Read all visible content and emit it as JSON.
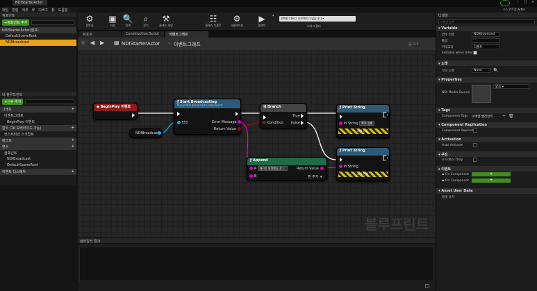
{
  "window": {
    "title": "NDIStarterActor",
    "right_labels": [
      "소스 컨트롤",
      "Actor"
    ]
  },
  "menu": [
    "파일",
    "편집",
    "에셋",
    "뷰",
    "디버그",
    "창",
    "도움말"
  ],
  "components": {
    "header": "컴포넌트",
    "add_label": "+컴포넌트 추가",
    "search_placeholder": "검색",
    "items": [
      "NDIStarterActor(셀프)",
      "DefaultSceneRoot",
      "NDIBroadcast"
    ]
  },
  "mybp": {
    "header": "내 블루프린트",
    "add_label": "+신규 추가",
    "search_placeholder": "검색",
    "rows": [
      {
        "label": "그래프",
        "kind": "sec"
      },
      {
        "label": "이벤트그래프",
        "kind": "item"
      },
      {
        "label": "BeginPlay 이벤트",
        "kind": "item2"
      },
      {
        "label": "함수 (10 오버라이드 가능)",
        "kind": "sec"
      },
      {
        "label": "컨스트럭션 스크립트",
        "kind": "item"
      },
      {
        "label": "매크로",
        "kind": "sec"
      },
      {
        "label": "변수",
        "kind": "sec"
      },
      {
        "label": "컴포넌트",
        "kind": "item"
      },
      {
        "label": "NDIBroadcast",
        "kind": "item2"
      },
      {
        "label": "DefaultSceneRoot",
        "kind": "item2"
      },
      {
        "label": "이벤트 디스패처",
        "kind": "sec"
      }
    ]
  },
  "toolbar": {
    "buttons": [
      "컴파일",
      "저장",
      "탐색",
      "찾기",
      "클래스 세팅",
      "클래스 디폴트",
      "시뮬레이션",
      "플레이"
    ],
    "debug_select": "선택된 디버그 오브젝트가 없습니다",
    "debug_filter": "디버그 필터"
  },
  "tabs": [
    "뷰포트",
    "Construction Script",
    "이벤트그래프"
  ],
  "breadcrumb": {
    "actor": "NDIStarterActor",
    "graph": "이벤트그래프",
    "zoom": "줌 1:1"
  },
  "graph": {
    "watermark": "블루프린트",
    "begin": {
      "title": "BeginPlay 이벤트"
    },
    "start": {
      "title": "Start Broadcasting",
      "subtitle": "타깃은 NDI Broadcast Component",
      "target": "타깃",
      "error": "Error Message",
      "ret": "Return Value"
    },
    "ndi_var": "NDIBroadcast",
    "branch": {
      "title": "Branch",
      "cond": "Condition",
      "t": "True",
      "f": "False"
    },
    "print1": {
      "title": "Print String",
      "in": "In String",
      "val": "NDI 실행",
      "dev": "개발 전용"
    },
    "print2": {
      "title": "Print String",
      "in": "In String",
      "dev": "개발 전용"
    },
    "append": {
      "title": "Append",
      "a": "A",
      "a_val": "에러가 발생했습니다 :",
      "b": "B",
      "ret": "Return Value",
      "add": "핀 추가"
    }
  },
  "bottom": {
    "header": "컴파일러 결과"
  },
  "details": {
    "header": "디테일",
    "search_placeholder": "디테일 검색",
    "var_title": "Variable",
    "var_rows": [
      {
        "k": "변수 이름",
        "v": "NDIBroadcast"
      },
      {
        "k": "툴팁",
        "v": ""
      },
      {
        "k": "카테고리",
        "v": "디폴트"
      }
    ],
    "editable": "Editable when Inher",
    "sock": "소켓",
    "sock_row": {
      "k": "부모 소켓",
      "v": "None"
    },
    "props": "Properties",
    "media": "NDI Media Source",
    "media_val": "없음",
    "tags": "Tags",
    "tags_row": {
      "k": "Component Tags",
      "v": "0 배열 엘리먼트"
    },
    "repl": "Component Replication",
    "repl_row": "Component Replicat",
    "act": "Activation",
    "act_row": "Auto Activate",
    "cook": "쿠킹",
    "cook_row": "Is Editor Only",
    "events": "이벤트",
    "ev_rows": [
      "On Component",
      "On Component"
    ],
    "asset": "Asset User Data",
    "asset_row": "에셋 유저"
  },
  "colors": {
    "accent": "#e8a31a",
    "exec": "#ffffff",
    "object": "#1aa5e0",
    "bool": "#8c0f0f",
    "string": "#e000c8"
  }
}
